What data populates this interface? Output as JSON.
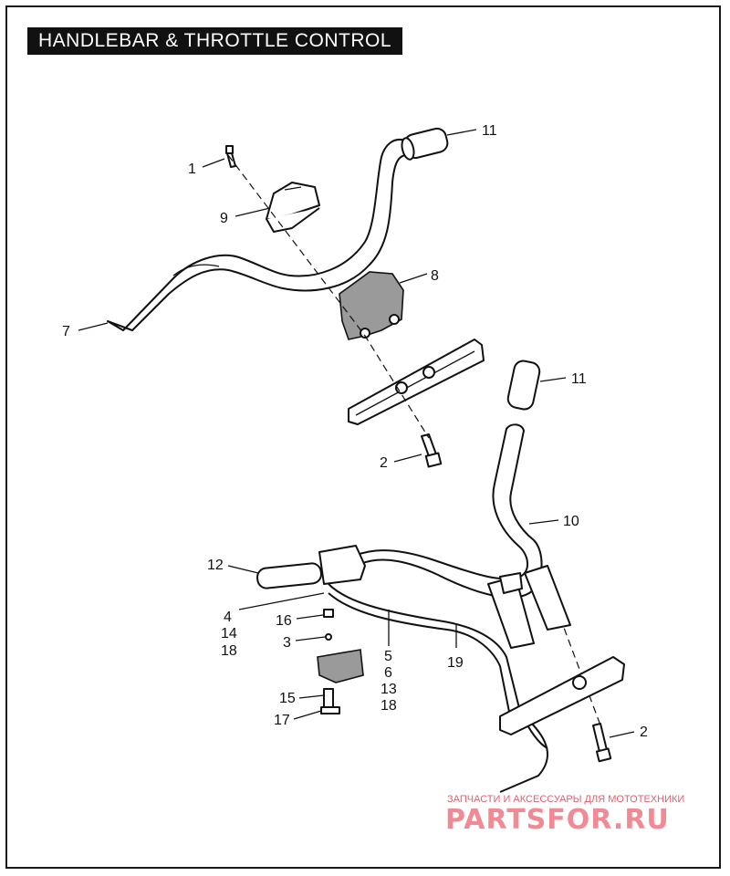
{
  "title": "HANDLEBAR & THROTTLE CONTROL",
  "callouts": {
    "c1": "1",
    "c9": "9",
    "c11a": "11",
    "c8": "8",
    "c7": "7",
    "c11b": "11",
    "c2a": "2",
    "c10": "10",
    "c12": "12",
    "c4": "4",
    "c14": "14",
    "c18a": "18",
    "c16": "16",
    "c3": "3",
    "c5": "5",
    "c6": "6",
    "c13": "13",
    "c18b": "18",
    "c19": "19",
    "c15": "15",
    "c17": "17",
    "c2b": "2"
  },
  "watermark": {
    "tagline": "ЗАПЧАСТИ И АКСЕССУАРЫ ДЛЯ МОТОТЕХНИКИ",
    "brand": "PARTSFOR.RU"
  }
}
